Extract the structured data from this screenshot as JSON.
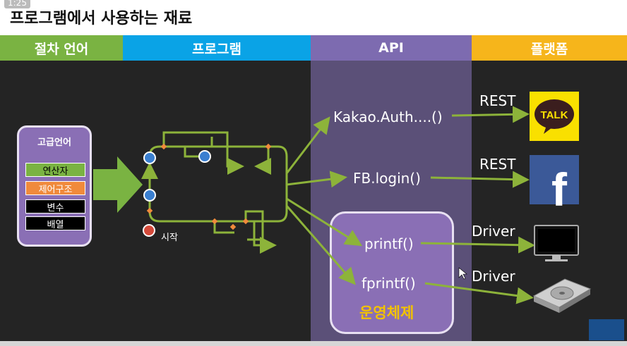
{
  "title": "프로그램에서 사용하는 재료",
  "timestamp": "1:25",
  "headers": {
    "procedural": "절차 언어",
    "program": "프로그램",
    "api": "API",
    "platform": "플랫폼"
  },
  "high_level_lang": {
    "title": "고급언어",
    "items": [
      "연산자",
      "제어구조",
      "변수",
      "배열"
    ],
    "item_colors": [
      "#7ab342",
      "#f08a3c",
      "#000000",
      "#000000"
    ]
  },
  "start_label": "시작",
  "api_calls": {
    "kakao": "Kakao.Auth....()",
    "fb": "FB.login()",
    "printf": "printf()",
    "fprintf": "fprintf()"
  },
  "os_label": "운영체제",
  "protocols": {
    "kakao": "REST",
    "fb": "REST",
    "printf": "Driver",
    "fprintf": "Driver"
  },
  "platforms": {
    "kakao_icon": "kakaotalk-icon",
    "kakao_text": "TALK",
    "fb_icon": "facebook-icon",
    "fb_text": "f",
    "monitor_icon": "monitor-icon",
    "hdd_icon": "hard-disk-icon"
  },
  "colors": {
    "green": "#7ab342",
    "blue": "#0aa3e6",
    "purple": "#7d6bb0",
    "orange": "#f6b51b",
    "flow": "#8db33a"
  }
}
